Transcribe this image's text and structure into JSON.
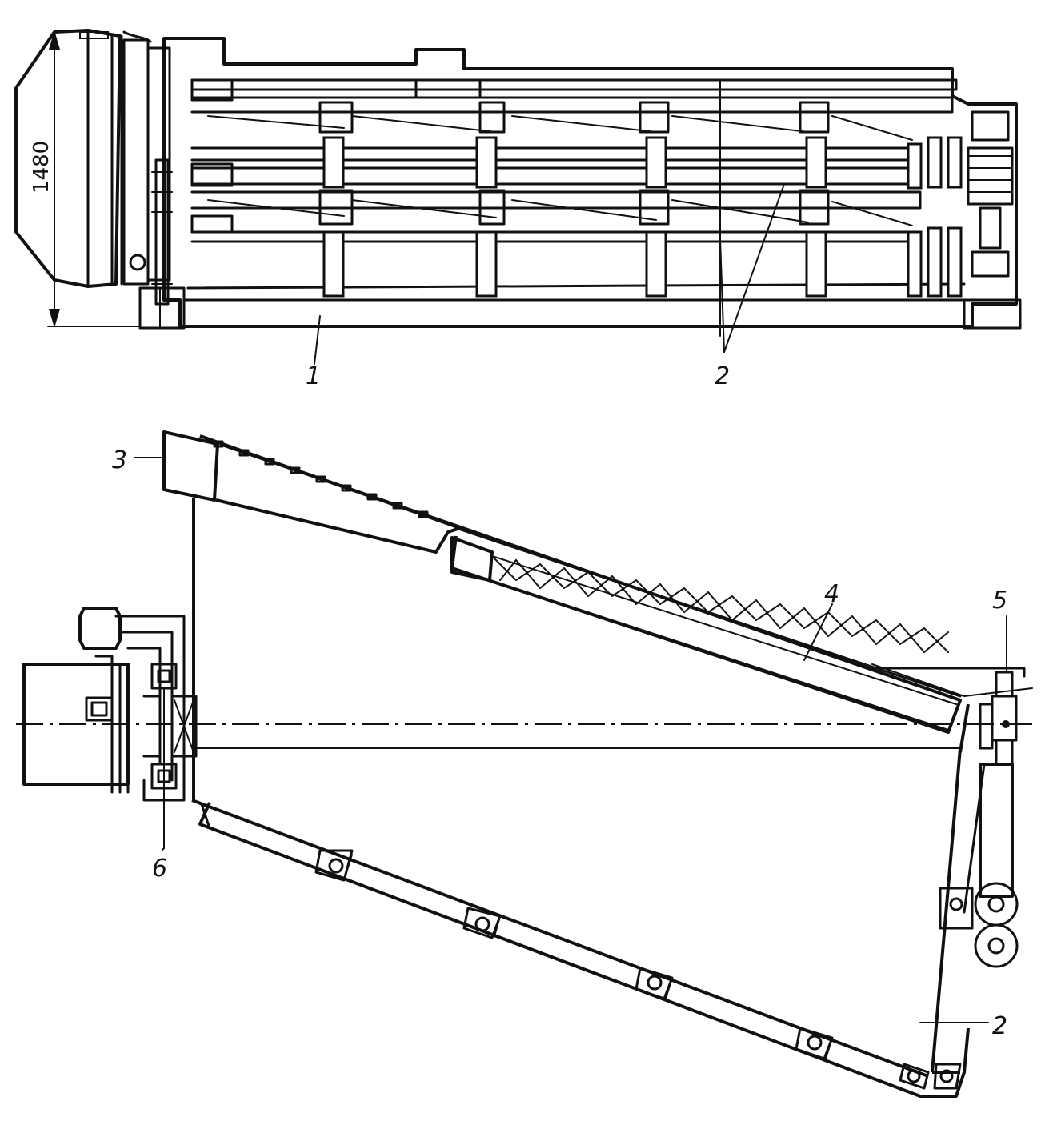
{
  "dimension": {
    "overall_height": "1480"
  },
  "labels": {
    "item1": "1",
    "item2_top": "2",
    "item2_bottom": "2",
    "item3": "3",
    "item4": "4",
    "item5": "5",
    "item6": "6"
  }
}
